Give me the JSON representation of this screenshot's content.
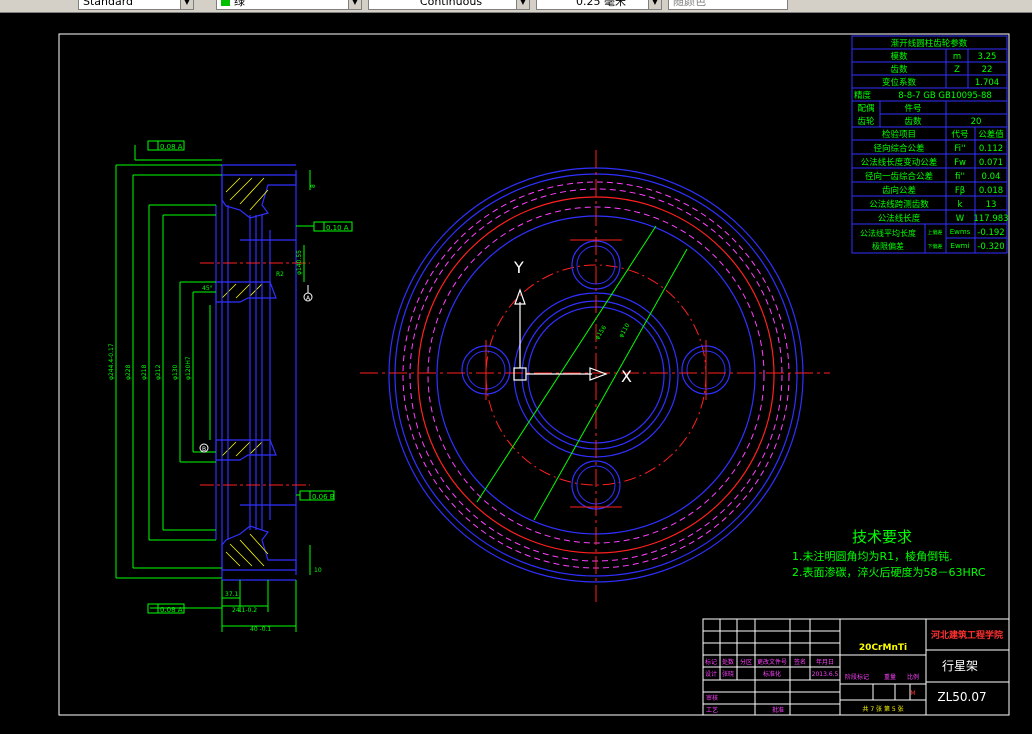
{
  "toolbar": {
    "style_combo": "Standard",
    "layer_combo": "绿",
    "linetype_combo": "Continuous",
    "lineweight_combo": "0.25 毫米",
    "plotstyle_combo": "随颜色",
    "layer_color": "#00c000"
  },
  "param_table": {
    "title": "渐开线圆柱齿轮参数",
    "rows": [
      {
        "name": "模数",
        "sym": "m",
        "val": "3.25"
      },
      {
        "name": "齿数",
        "sym": "Z",
        "val": "22"
      },
      {
        "name": "变位系数",
        "sym": "",
        "val": "1.704"
      }
    ],
    "accuracy_label": "精度",
    "accuracy_value": "8-8-7 GB GB10095-88",
    "mating_label1": "配偶",
    "mating_label2": "齿轮",
    "mating_rows": [
      {
        "name": "件号",
        "val": ""
      },
      {
        "name": "齿数",
        "val": "20"
      }
    ],
    "inspect_header": {
      "name": "检验项目",
      "sym": "代号",
      "val": "公差值"
    },
    "inspect_rows": [
      {
        "name": "径向综合公差",
        "sym": "Fi''",
        "val": "0.112"
      },
      {
        "name": "公法线长度变动公差",
        "sym": "Fw",
        "val": "0.071"
      },
      {
        "name": "径向一齿综合公差",
        "sym": "fi''",
        "val": "0.04"
      },
      {
        "name": "齿向公差",
        "sym": "Fβ",
        "val": "0.018"
      },
      {
        "name": "公法线跨测齿数",
        "sym": "k",
        "val": "13"
      },
      {
        "name": "公法线长度",
        "sym": "W",
        "val": "117.983"
      }
    ],
    "deviation_label1": "公法线平均长度",
    "deviation_label2": "极限偏差",
    "upper_label": "上偏差",
    "upper_sym": "Ewms",
    "upper_val": "-0.192",
    "lower_label": "下偏差",
    "lower_sym": "Ewmi",
    "lower_val": "-0.320"
  },
  "tech_requirements": {
    "title": "技术要求",
    "lines": [
      "1.未注明圆角均为R1，棱角倒钝.",
      "2.表面渗碳，淬火后硬度为58－63HRC"
    ]
  },
  "title_block": {
    "material": "20CrMnTi",
    "school": "河北建筑工程学院",
    "part_name": "行星架",
    "drawing_no": "ZL50.07",
    "sheet_info": "共 7 张 第 5 张",
    "row1": [
      "标记",
      "处数",
      "分区",
      "更改文件号",
      "签名",
      "年月日"
    ],
    "row2": [
      "设计",
      "张晓",
      "",
      "标准化",
      "",
      "2013.6.5"
    ],
    "stage_label": "阶段标记",
    "weight_label": "重量",
    "scale_label": "比例",
    "scale_value": "M",
    "review_label": "审核",
    "process_label": "工艺",
    "approve_label": "批准"
  },
  "ucs": {
    "x_label": "X",
    "y_label": "Y"
  },
  "section_view": {
    "tol_top": "0.08 A",
    "tol_mid": "0.10 A",
    "tol_bottom": "0.06 B",
    "tol_left": "0.08 A",
    "datum_a": "A",
    "datum_b": "B",
    "dim_od": "φ244.4-0.17",
    "dim_228": "φ228",
    "dim_218": "φ218",
    "dim_212": "φ212",
    "dim_130": "φ130",
    "dim_120": "φ120H7",
    "dim_37": "37.1",
    "dim_24": "24.1-0.2",
    "dim_40": "40 -0.1",
    "dim_45": "45°",
    "dim_8": "8",
    "dim_10": "10",
    "dim_140": "φ140.55",
    "dim_r": "R2"
  },
  "front_view": {
    "dim_a": "φ156",
    "dim_b": "φ110"
  }
}
